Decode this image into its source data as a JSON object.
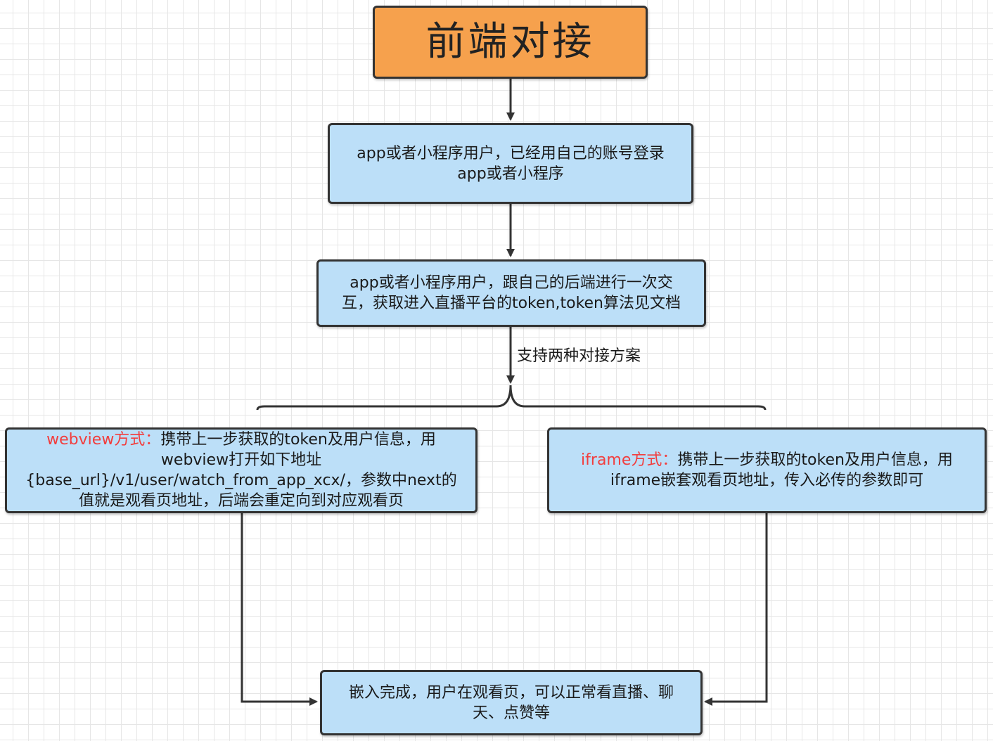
{
  "nodes": {
    "title": {
      "label": "前端对接"
    },
    "login": {
      "text": "app或者小程序用户，已经用自己的账号登录app或者小程序"
    },
    "get_token": {
      "text": "app或者小程序用户，跟自己的后端进行一次交互，获取进入直播平台的token,token算法见文档"
    },
    "webview": {
      "prefix": "webview方式：",
      "text": "携带上一步获取的token及用户信息，用webview打开如下地址{base_url}/v1/user/watch_from_app_xcx/，参数中next的值就是观看页地址，后端会重定向到对应观看页"
    },
    "iframe": {
      "prefix": "iframe方式：",
      "text": "携带上一步获取的token及用户信息，用iframe嵌套观看页地址，传入必传的参数即可"
    },
    "done": {
      "text": "嵌入完成，用户在观看页，可以正常看直播、聊天、点赞等"
    }
  },
  "edges": {
    "branch_label": "支持两种对接方案"
  },
  "colors": {
    "title_fill": "#f6a14d",
    "box_fill": "#bcdff8",
    "stroke": "#333333",
    "accent_text": "#f23d3d",
    "grid": "#e6e6e6"
  }
}
